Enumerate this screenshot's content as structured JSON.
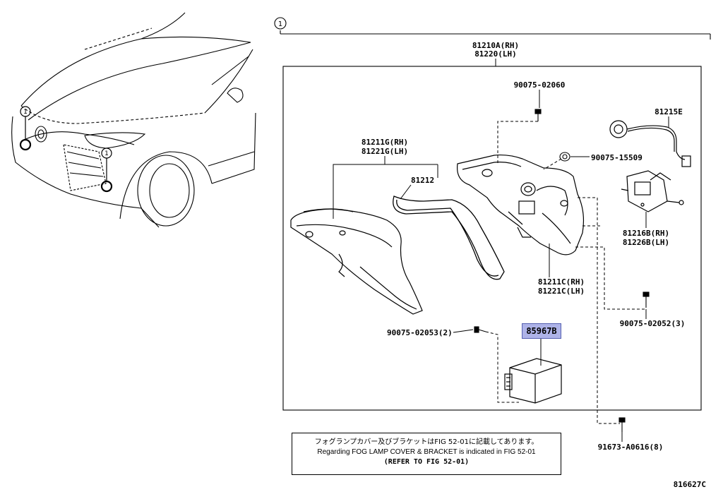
{
  "callout_num": "1",
  "assembly": {
    "rh": "81210A(RH)",
    "lh": "81220(LH)"
  },
  "parts": {
    "bolt_top": "90075-02060",
    "socket_cord": "81215E",
    "nut": "90075-15509",
    "cover": {
      "rh": "81211G(RH)",
      "lh": "81221G(LH)"
    },
    "gasket": "81212",
    "bracket_latch": {
      "rh": "81216B(RH)",
      "lh": "81226B(LH)"
    },
    "housing": {
      "rh": "81211C(RH)",
      "lh": "81221C(LH)"
    },
    "screw_right": "90075-02052(3)",
    "screw_left": "90075-02053(2)",
    "module": "85967B",
    "clip": "91673-A0616(8)"
  },
  "note": {
    "jp": "フォグランプカバー及びブラケットはFIG 52-01に記載してあります。",
    "en": "Regarding FOG LAMP COVER & BRACKET is indicated in FIG 52-01",
    "ref": "(REFER TO FIG 52-01)"
  },
  "figure_code": "816627C",
  "colors": {
    "highlight": "#aeb3e8",
    "line": "#000000"
  }
}
